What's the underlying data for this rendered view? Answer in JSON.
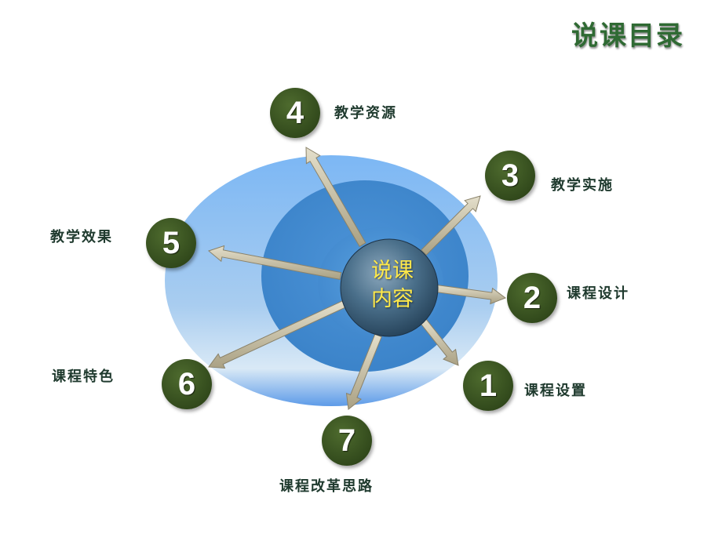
{
  "title": "说课目录",
  "center": {
    "line1": "说课",
    "line2": "内容"
  },
  "nodes": [
    {
      "number": "1",
      "label": "课程设置"
    },
    {
      "number": "2",
      "label": "课程设计"
    },
    {
      "number": "3",
      "label": "教学实施"
    },
    {
      "number": "4",
      "label": "教学资源"
    },
    {
      "number": "5",
      "label": "教学效果"
    },
    {
      "number": "6",
      "label": "课程特色"
    },
    {
      "number": "7",
      "label": "课程改革思路"
    }
  ],
  "colors": {
    "node": "#324a1c",
    "title": "#2f6a33",
    "center_text": "#ffe94a",
    "ellipse": "#7fb6ef",
    "arrow": "#c9c2a8"
  }
}
